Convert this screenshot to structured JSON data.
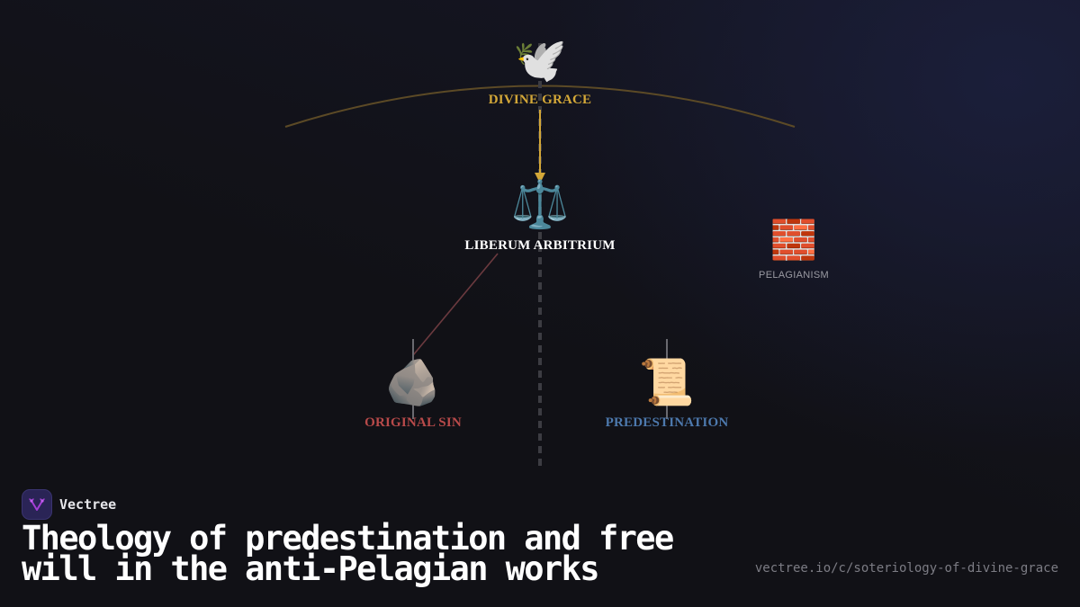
{
  "diagram": {
    "nodes": [
      {
        "id": "divine-grace",
        "label": "DIVINE GRACE",
        "icon": "dove-icon",
        "glyph": "🕊️",
        "color": "#d4a838"
      },
      {
        "id": "liberum-arbitrium",
        "label": "LIBERUM ARBITRIUM",
        "icon": "balance-scale-icon",
        "glyph": "⚖️",
        "color": "#ffffff"
      },
      {
        "id": "pelagianism",
        "label": "PELAGIANISM",
        "icon": "brick-wall-icon",
        "glyph": "🧱",
        "color": "#9a9aa2"
      },
      {
        "id": "original-sin",
        "label": "ORIGINAL SIN",
        "icon": "rock-icon",
        "glyph": "🪨",
        "color": "#b84a4a"
      },
      {
        "id": "predestination",
        "label": "PREDESTINATION",
        "icon": "scroll-icon",
        "glyph": "📜",
        "color": "#4d79ad"
      }
    ],
    "edges": [
      {
        "from": "divine-grace",
        "to": "liberum-arbitrium",
        "style": "solid-arrow",
        "color": "#d4a838"
      },
      {
        "from": "liberum-arbitrium",
        "to": "original-sin",
        "style": "solid",
        "color": "#6b3a3f"
      },
      {
        "from": "divine-grace",
        "to": "bottom",
        "style": "dashed-axis",
        "color": "#3c3c42"
      }
    ],
    "arc_color": "#5c4a26"
  },
  "brand": {
    "name": "Vectree",
    "logo_color": "#a43ed6"
  },
  "title": "Theology of predestination and free will in the anti-Pelagian works",
  "url": "vectree.io/c/soteriology-of-divine-grace"
}
